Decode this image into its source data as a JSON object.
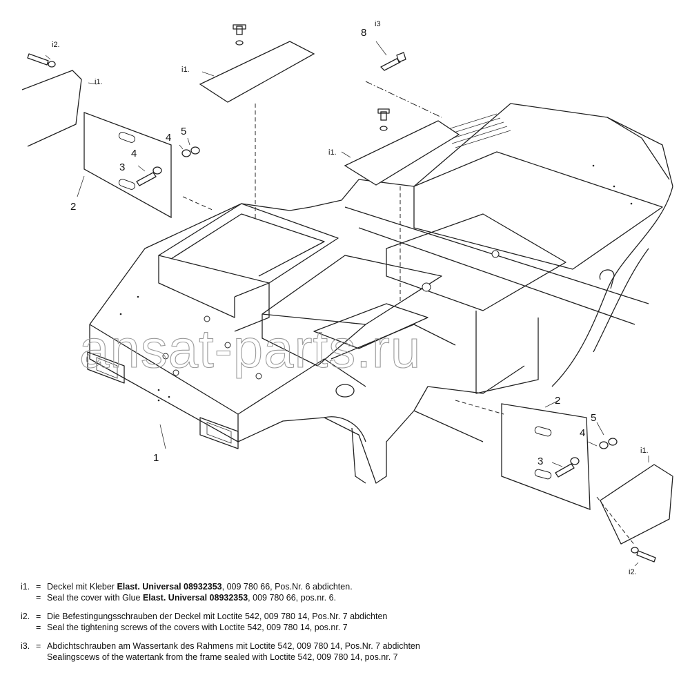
{
  "watermark": "ansat-parts.ru",
  "callouts": {
    "part1": "1",
    "part2": "2",
    "part3": "3",
    "part4": "4",
    "part5": "5",
    "part8": "8",
    "i1": "i1.",
    "i2": "i2.",
    "i3": "i3"
  },
  "notes": [
    {
      "id": "i1.",
      "de": {
        "pre": "Deckel mit Kleber ",
        "bold": "Elast. Universal 08932353",
        "post": ", 009 780 66, Pos.Nr. 6 abdichten."
      },
      "en": {
        "pre": "Seal the cover with Glue ",
        "bold": "Elast. Universal 08932353",
        "post": ", 009 780 66, pos.nr. 6."
      }
    },
    {
      "id": "i2.",
      "de": {
        "pre": "Die Befestingungsschrauben der Deckel mit Loctite 542, 009 780 14, Pos.Nr. 7 abdichten",
        "bold": "",
        "post": ""
      },
      "en": {
        "pre": "Seal the tightening screws of the covers with Loctite 542, 009 780 14, pos.nr. 7",
        "bold": "",
        "post": ""
      }
    },
    {
      "id": "i3.",
      "de": {
        "pre": "Abdichtschrauben am Wassertank des Rahmens mit Loctite 542, 009 780 14, Pos.Nr. 7 abdichten",
        "bold": "",
        "post": ""
      },
      "en": {
        "pre": "Sealingscews of the watertank from the frame sealed with Loctite 542, 009 780 14, pos.nr. 7",
        "bold": "",
        "post": ""
      }
    }
  ]
}
